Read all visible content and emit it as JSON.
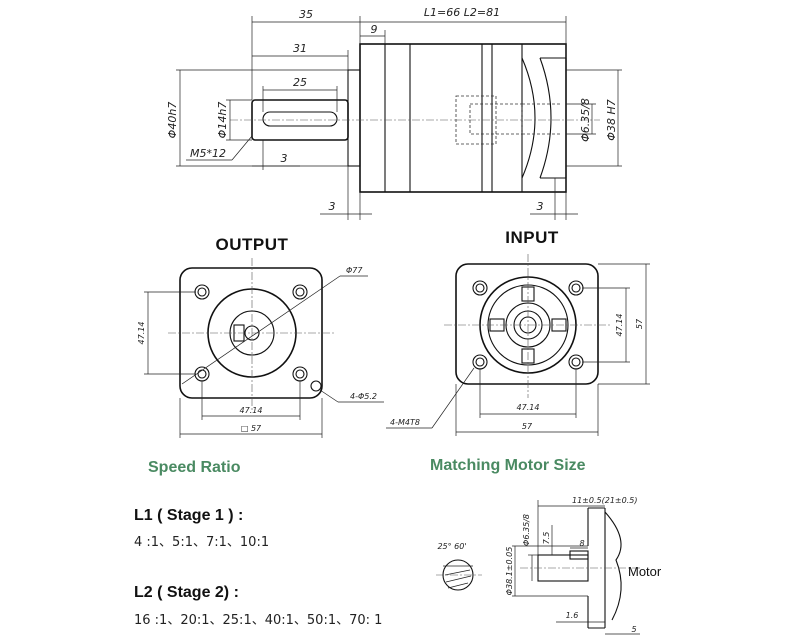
{
  "top_view": {
    "dim_35": "35",
    "dim_31": "31",
    "dim_25": "25",
    "dim_9": "9",
    "dim_length": "L1=66 L2=81",
    "dim_shaft_dia": "Φ14h7",
    "dim_body_dia": "Φ40h7",
    "dim_thread": "M5*12",
    "dim_3_key": "3",
    "dim_3_left": "3",
    "dim_3_right": "3",
    "dim_bore": "Φ6.35/8",
    "dim_pilot": "Φ38 H7"
  },
  "output_view": {
    "title": "OUTPUT",
    "dim_circle": "Φ77",
    "dim_4714_v": "47.14",
    "dim_4714_h": "47.14",
    "dim_square": "□ 57",
    "dim_holes": "4-Φ5.2"
  },
  "input_view": {
    "title": "INPUT",
    "dim_4714_v": "47.14",
    "dim_57_v": "57",
    "dim_4714_h": "47.14",
    "dim_57_h": "57",
    "dim_tapped": "4-M4T8"
  },
  "speed_ratio": {
    "heading": "Speed Ratio",
    "stage1_title": "L1 ( Stage 1 ) :",
    "stage1_values": "4 :1、5:1、7:1、10:1",
    "stage2_title": "L2  ( Stage 2) :",
    "stage2_values": "16 :1、20:1、25:1、40:1、50:1、70: 1"
  },
  "motor_size": {
    "heading": "Matching Motor Size",
    "dim_length": "11±0.5(21±0.5)",
    "dim_bore": "Φ6.35/8",
    "dim_flat": "7.5",
    "dim_pilot": "Φ38.1±0.05",
    "dim_key": "8",
    "dim_16": "1.6",
    "dim_5": "5",
    "dim_angle": "25° 60'",
    "label": "Motor"
  }
}
